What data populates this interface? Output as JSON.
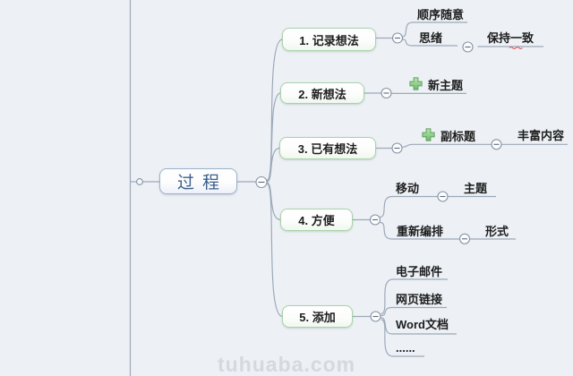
{
  "colors": {
    "background": "#edf1f6",
    "connector_gray": "#9da9b8",
    "branch_border_green": "#a9d2a9",
    "root_border_blue": "#9cb2ca",
    "root_text_blue": "#3a5f8c",
    "topic_text": "#1d1d1d",
    "plus_icon_green": "#71bd71",
    "spellcheck_red": "#e05252",
    "watermark_gray": "#d4d9df"
  },
  "root": {
    "label": "过程"
  },
  "branches": [
    {
      "label": "1. 记录想法",
      "children": [
        {
          "label": "顺序随意"
        },
        {
          "label": "思绪",
          "children": [
            {
              "label": "保持一致"
            }
          ]
        }
      ]
    },
    {
      "label": "2. 新想法",
      "children": [
        {
          "label": "新主题",
          "icon": "plus-icon"
        }
      ]
    },
    {
      "label": "3. 已有想法",
      "children": [
        {
          "label": "副标题",
          "icon": "plus-icon",
          "children": [
            {
              "label": "丰富内容"
            }
          ]
        }
      ]
    },
    {
      "label": "4. 方便",
      "children": [
        {
          "label": "移动",
          "children": [
            {
              "label": "主题"
            }
          ]
        },
        {
          "label": "重新编排",
          "children": [
            {
              "label": "形式"
            }
          ]
        }
      ]
    },
    {
      "label": "5. 添加",
      "children": [
        {
          "label": "电子邮件"
        },
        {
          "label": "网页链接"
        },
        {
          "label": "Word文档"
        },
        {
          "label": "......"
        }
      ]
    }
  ],
  "watermark": "tuhuaba.com"
}
